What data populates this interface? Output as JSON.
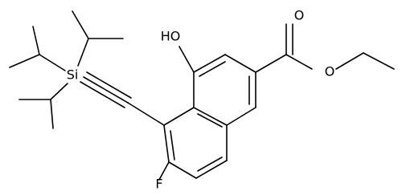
{
  "molecule": {
    "atom_labels": {
      "hydroxyl": "HO",
      "carbonyl_oxygen": "O",
      "ester_oxygen": "O",
      "fluorine": "F",
      "silicon": "Si"
    },
    "colors": {
      "bond": "#000000",
      "label": "#000000",
      "background": "#ffffff"
    }
  }
}
